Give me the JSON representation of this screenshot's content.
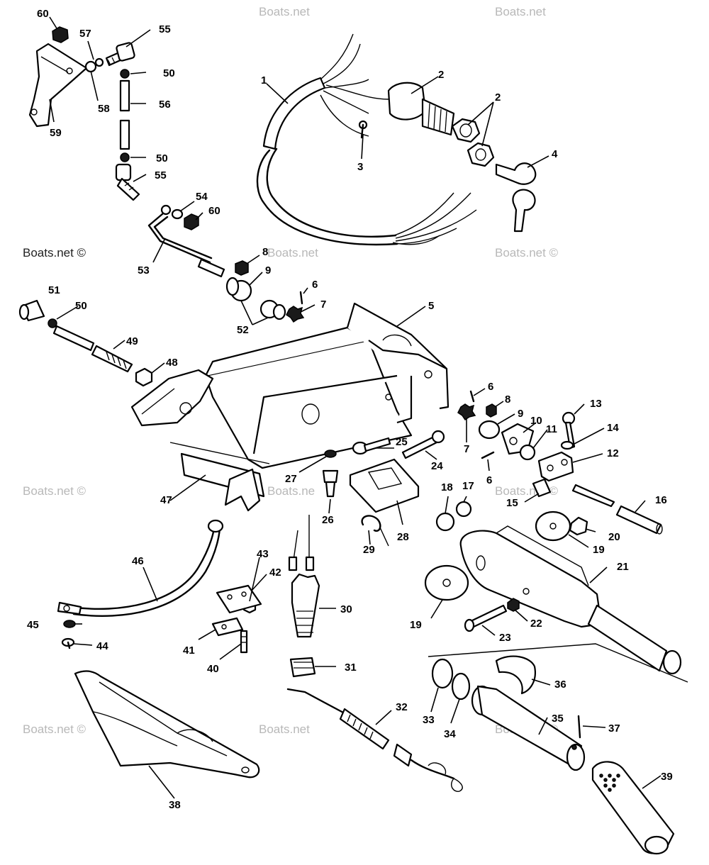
{
  "watermark": {
    "text": "Boats.net ©",
    "text_short": "Boats.net",
    "text_cut": "Boats.ne"
  },
  "callouts": {
    "p1": "1",
    "p2": "2",
    "p3": "3",
    "p4": "4",
    "p5": "5",
    "p6": "6",
    "p7": "7",
    "p8": "8",
    "p9": "9",
    "p10": "10",
    "p11": "11",
    "p12": "12",
    "p13": "13",
    "p14": "14",
    "p15": "15",
    "p16": "16",
    "p17": "17",
    "p18": "18",
    "p19": "19",
    "p20": "20",
    "p21": "21",
    "p22": "22",
    "p23": "23",
    "p24": "24",
    "p25": "25",
    "p26": "26",
    "p27": "27",
    "p28": "28",
    "p29": "29",
    "p30": "30",
    "p31": "31",
    "p32": "32",
    "p33": "33",
    "p34": "34",
    "p35": "35",
    "p36": "36",
    "p37": "37",
    "p38": "38",
    "p39": "39",
    "p40": "40",
    "p41": "41",
    "p42": "42",
    "p43": "43",
    "p44": "44",
    "p45": "45",
    "p46": "46",
    "p47": "47",
    "p48": "48",
    "p49": "49",
    "p50": "50",
    "p51": "51",
    "p52": "52",
    "p53": "53",
    "p54": "54",
    "p55": "55",
    "p56": "56",
    "p57": "57",
    "p58": "58",
    "p59": "59",
    "p60": "60"
  }
}
